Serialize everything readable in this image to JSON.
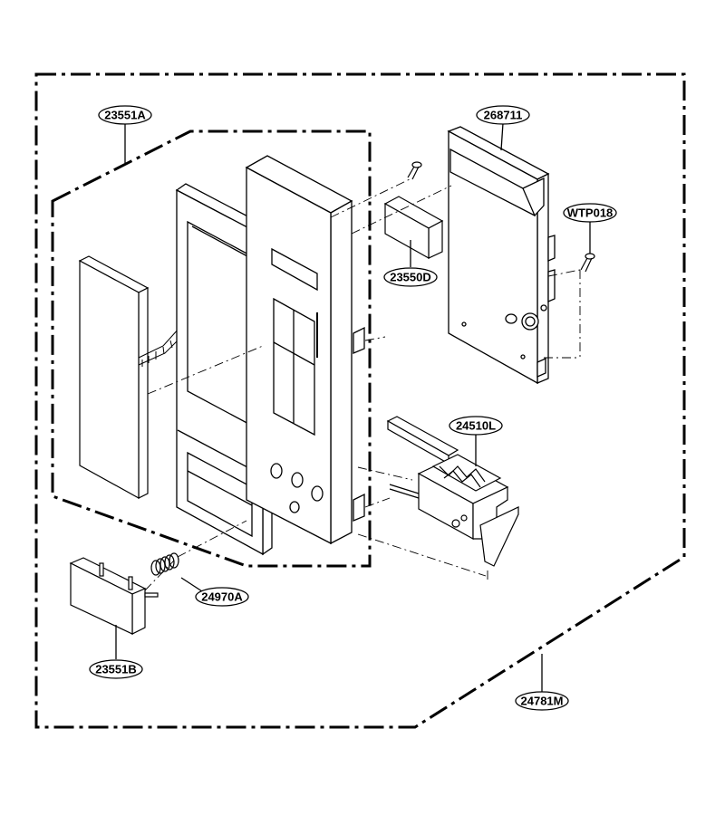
{
  "parts": {
    "assembly_outer": "24781M",
    "panel_frame": "23551A",
    "pcb_board": "268711",
    "screw": "WTP018",
    "label_plate": "23550D",
    "latch_block": "24510L",
    "spring": "24970A",
    "button": "23551B"
  }
}
